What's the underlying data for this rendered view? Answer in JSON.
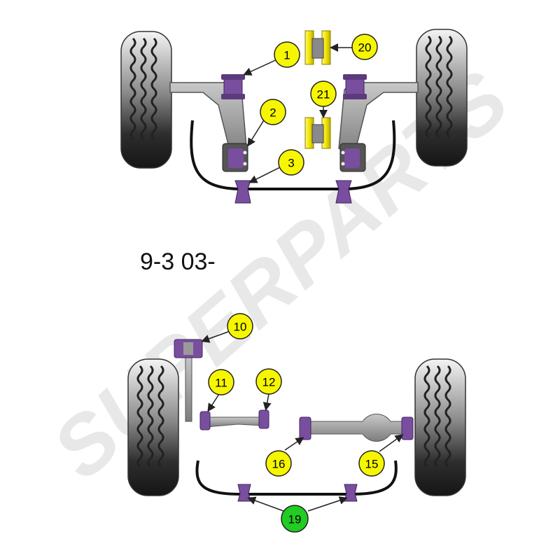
{
  "model_label": "9-3 03-",
  "watermark_text": "SUPERPARTS",
  "colors": {
    "badge_yellow": "#f6f600",
    "badge_green": "#22cc22",
    "bush_purple": "#7a4e9f",
    "bush_purple_dark": "#4d2d6e",
    "arm_grey": "#9a9a9a",
    "tyre_dark": "#2a2a2a",
    "tyre_light": "#e8e8e8"
  },
  "badges": [
    {
      "id": "1",
      "label": "1",
      "color": "yellow"
    },
    {
      "id": "2",
      "label": "2",
      "color": "yellow"
    },
    {
      "id": "3",
      "label": "3",
      "color": "yellow"
    },
    {
      "id": "20",
      "label": "20",
      "color": "yellow"
    },
    {
      "id": "21",
      "label": "21",
      "color": "yellow"
    },
    {
      "id": "10",
      "label": "10",
      "color": "yellow"
    },
    {
      "id": "11",
      "label": "11",
      "color": "yellow"
    },
    {
      "id": "12",
      "label": "12",
      "color": "yellow"
    },
    {
      "id": "16",
      "label": "16",
      "color": "yellow"
    },
    {
      "id": "15",
      "label": "15",
      "color": "yellow"
    },
    {
      "id": "19",
      "label": "19",
      "color": "green"
    }
  ]
}
